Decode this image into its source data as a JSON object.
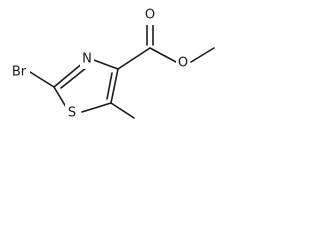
{
  "atoms": {
    "bromine": "Br",
    "nitrogen": "N",
    "sulfur": "S",
    "carbonyl_oxygen": "O",
    "ester_oxygen": "O"
  }
}
